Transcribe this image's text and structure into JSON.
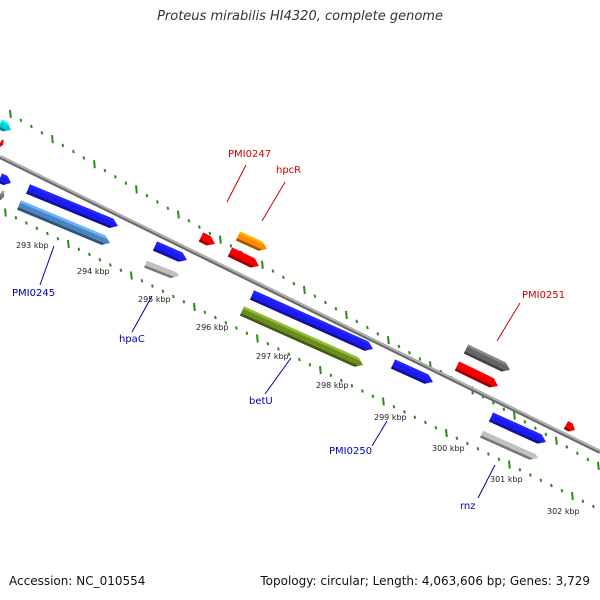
{
  "title": "Proteus mirabilis HI4320, complete genome",
  "footer": {
    "accession": "Accession: NC_010554",
    "summary": "Topology: circular; Length: 4,063,606 bp; Genes: 3,729"
  },
  "colors": {
    "backbone": "#909090",
    "tick": "#2a8a1a",
    "label_forward": "#cc0000",
    "label_reverse": "#0000aa",
    "scale_text": "#222222"
  },
  "scale_labels": [
    "293 kbp",
    "294 kbp",
    "295 kbp",
    "296 kbp",
    "297 kbp",
    "298 kbp",
    "299 kbp",
    "300 kbp",
    "301 kbp",
    "302 kbp"
  ],
  "gene_labels": [
    {
      "name": "PMI0245",
      "strand": "reverse"
    },
    {
      "name": "hpaC",
      "strand": "reverse"
    },
    {
      "name": "betU",
      "strand": "reverse"
    },
    {
      "name": "PMI0250",
      "strand": "reverse"
    },
    {
      "name": "rnz",
      "strand": "reverse"
    },
    {
      "name": "PMI0247",
      "strand": "forward"
    },
    {
      "name": "hpcR",
      "strand": "forward"
    },
    {
      "name": "PMI0251",
      "strand": "forward"
    }
  ],
  "features": [
    {
      "kind": "cds",
      "color": "#1c1cf0"
    },
    {
      "kind": "cds",
      "color": "#4b85c0"
    },
    {
      "kind": "cds",
      "color": "#1c1cf0"
    },
    {
      "kind": "cds",
      "color": "#c0c0c0"
    },
    {
      "kind": "cds",
      "color": "#1c1cf0"
    },
    {
      "kind": "cds",
      "color": "#6b8c1e"
    },
    {
      "kind": "cds",
      "color": "#1c1cf0"
    },
    {
      "kind": "cds",
      "color": "#1c1cf0"
    },
    {
      "kind": "cds",
      "color": "#c0c0c0"
    },
    {
      "kind": "cds",
      "color": "#f00000"
    },
    {
      "kind": "cds",
      "color": "#ff8800"
    },
    {
      "kind": "cds",
      "color": "#f00000"
    },
    {
      "kind": "cds",
      "color": "#666666"
    },
    {
      "kind": "cds",
      "color": "#f00000"
    },
    {
      "kind": "cds",
      "color": "#f00000"
    },
    {
      "kind": "cds",
      "color": "#1c1cf0"
    },
    {
      "kind": "cds",
      "color": "#777777"
    },
    {
      "kind": "cds",
      "color": "#00cccc"
    },
    {
      "kind": "cds",
      "color": "#f00000"
    }
  ]
}
